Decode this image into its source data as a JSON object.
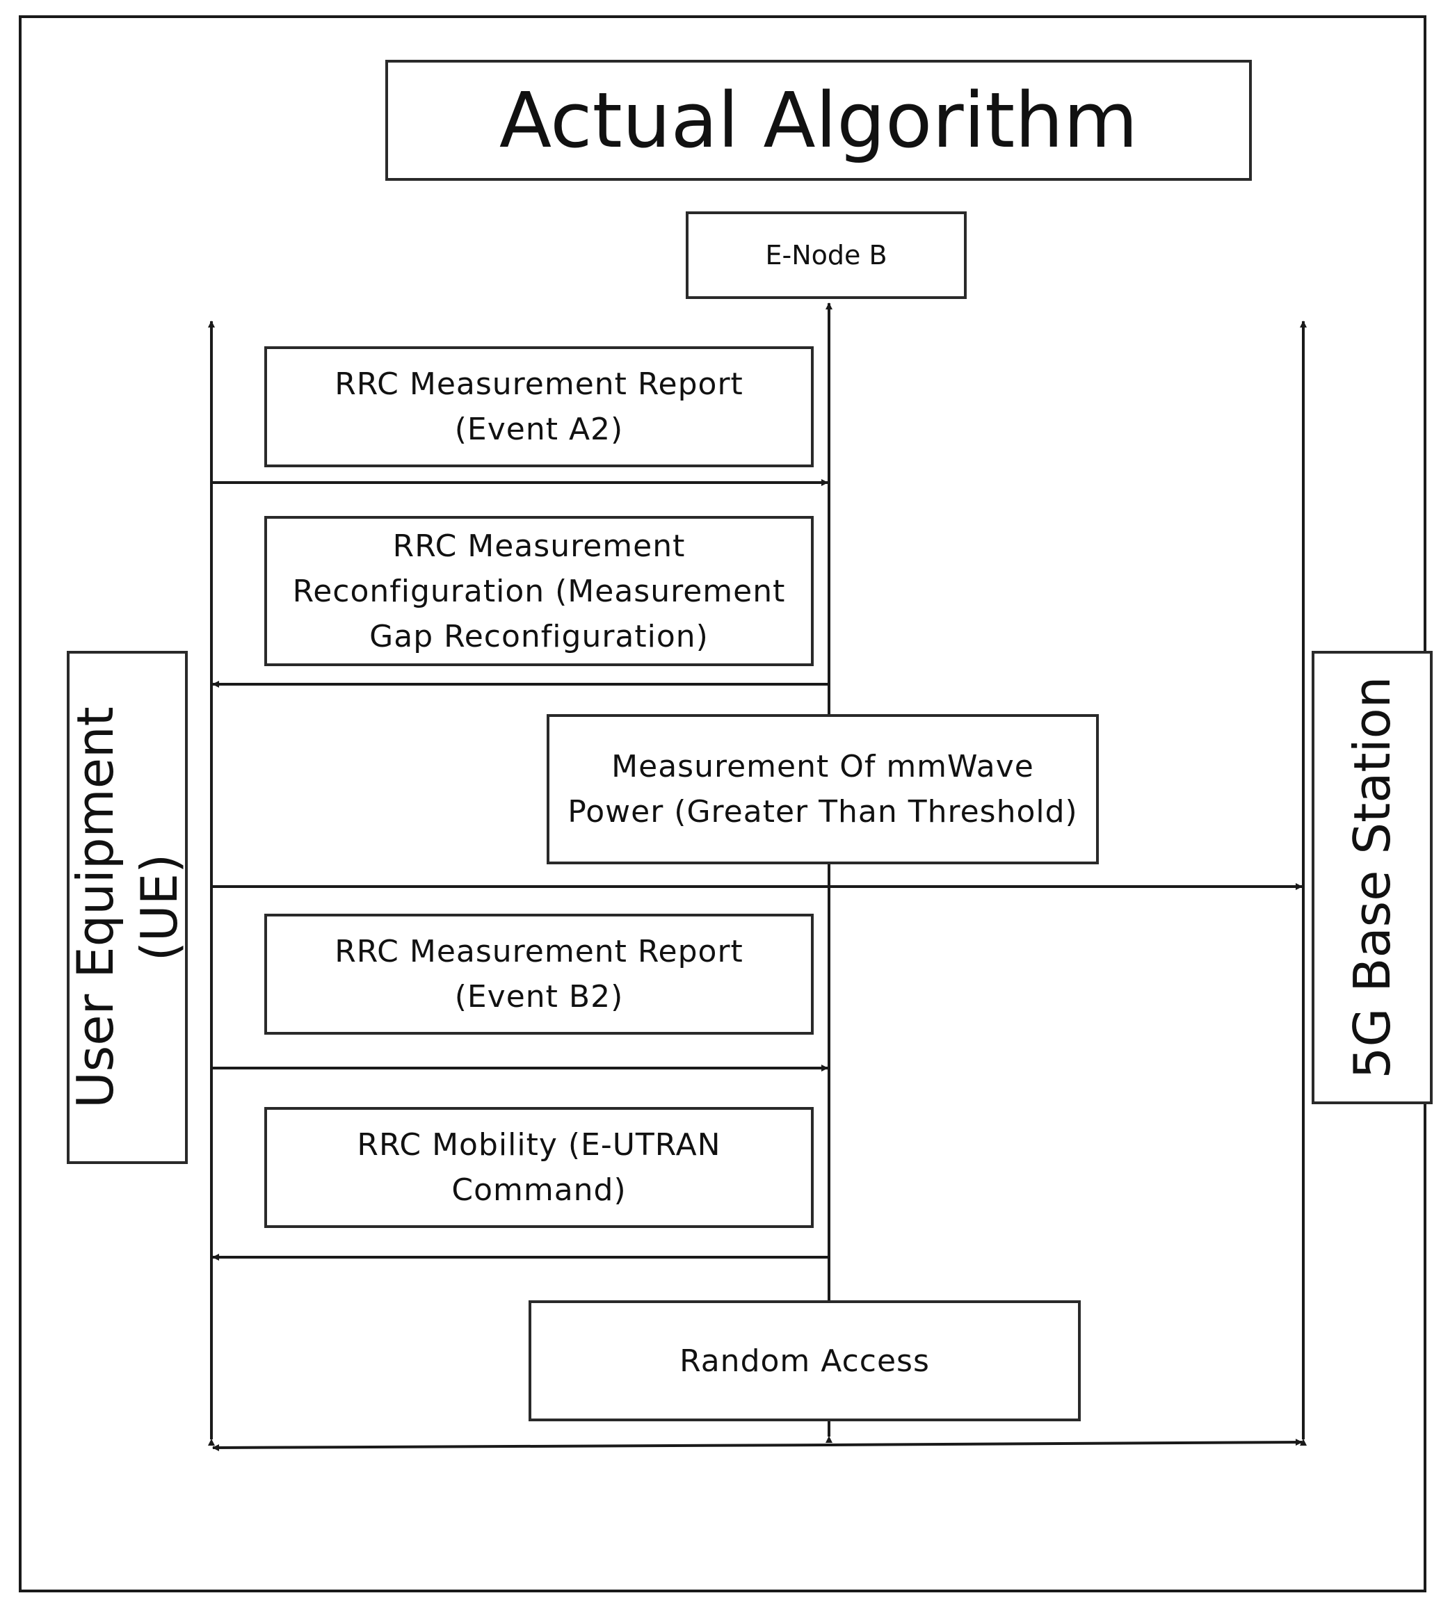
{
  "title": "Actual Algorithm",
  "nodes": {
    "enode_b": "E-Node B",
    "user_equipment": [
      "User Equipment",
      "(UE)"
    ],
    "base_station": "5G Base Station"
  },
  "messages": [
    {
      "lines": [
        "RRC Measurement Report",
        "(Event A2)"
      ]
    },
    {
      "lines": [
        "RRC Measurement",
        "Reconfiguration (Measurement",
        "Gap Reconfiguration)"
      ]
    },
    {
      "lines": [
        "Measurement Of mmWave",
        "Power (Greater Than Threshold)"
      ]
    },
    {
      "lines": [
        "RRC Measurement Report",
        "(Event B2)"
      ]
    },
    {
      "lines": [
        "RRC Mobility (E-UTRAN",
        "Command)"
      ]
    },
    {
      "lines": [
        "Random Access"
      ]
    }
  ]
}
